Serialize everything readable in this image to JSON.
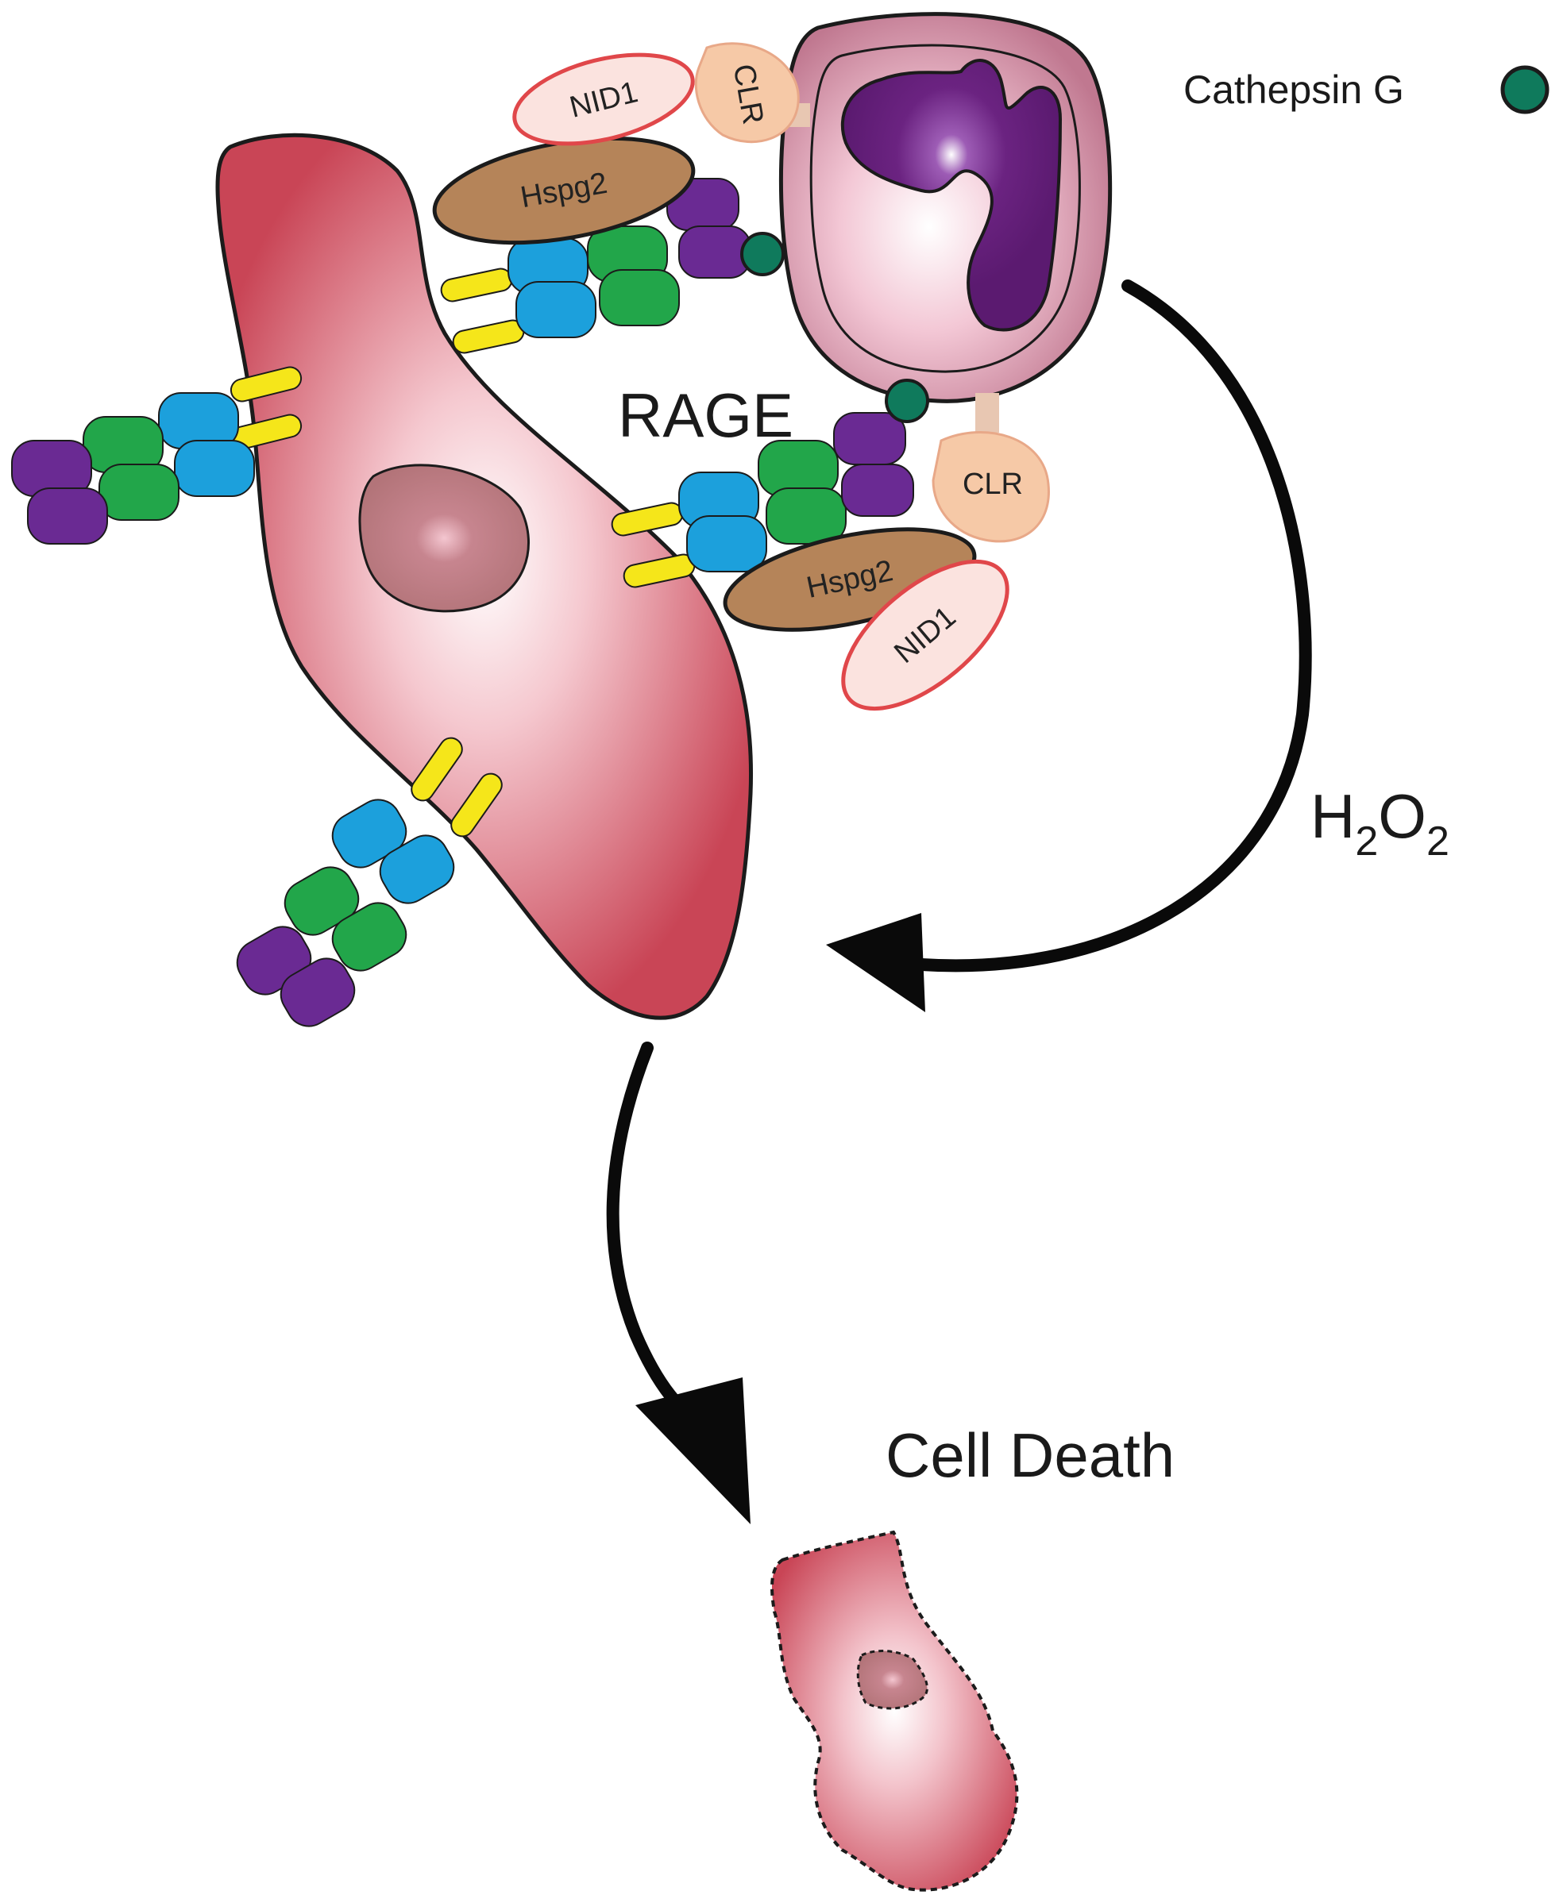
{
  "legend": {
    "label": "Cathepsin G",
    "color": "#0f7a5c"
  },
  "labels": {
    "rage": "RAGE",
    "h2o2_base": "H",
    "h2o2_sub1": "2",
    "h2o2_mid": "O",
    "h2o2_sub2": "2",
    "cell_death": "Cell Death"
  },
  "proteins": {
    "nid1": "NID1",
    "clr": "CLR",
    "hspg2": "Hspg2"
  },
  "colors": {
    "endothelial": "#c94556",
    "neutrophil": "#c27d93",
    "nucleus_lobes": "#6b2381",
    "hspg2": "#b58459",
    "nid1_border": "#e0474a",
    "clr": "#f6c9a7",
    "domain_purple": "#6a2a93",
    "domain_green": "#22a64a",
    "domain_blue": "#1ca0dc",
    "domain_yellow": "#f5e61a",
    "cathepsin": "#0f7a5c"
  }
}
